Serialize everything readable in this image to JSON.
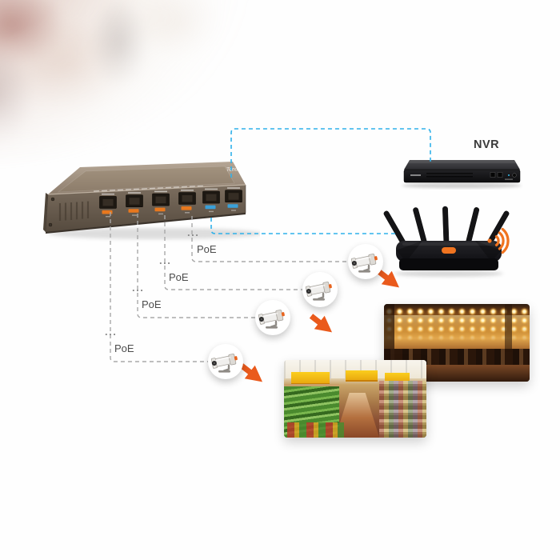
{
  "labels": {
    "nvr": "NVR",
    "poe": [
      "PoE",
      "PoE",
      "PoE",
      "PoE"
    ],
    "dots": [
      "...",
      "...",
      "...",
      "..."
    ]
  },
  "devices": {
    "switch": {
      "type": "poe-switch",
      "brand": "Tenda",
      "poe_ports": 4,
      "uplink_ports": 2
    },
    "nvr": {
      "type": "network-video-recorder"
    },
    "router": {
      "type": "wifi-router",
      "antennas": 5,
      "wifi_active": true
    },
    "cameras": {
      "count": 4,
      "type": "bullet-ip-camera"
    }
  },
  "scenes": [
    {
      "name": "supermarket"
    },
    {
      "name": "restaurant"
    }
  ],
  "connections": [
    {
      "from": "switch",
      "to": "nvr",
      "style": "dashed",
      "color_key": "line_blue"
    },
    {
      "from": "switch",
      "to": "router",
      "style": "dashed",
      "color_key": "line_blue"
    },
    {
      "from": "switch-poe-port-4",
      "to": "camera-1",
      "style": "dashed",
      "color_key": "line_gray",
      "label": "PoE"
    },
    {
      "from": "switch-poe-port-3",
      "to": "camera-2",
      "style": "dashed",
      "color_key": "line_gray",
      "label": "PoE"
    },
    {
      "from": "switch-poe-port-2",
      "to": "camera-3",
      "style": "dashed",
      "color_key": "line_gray",
      "label": "PoE"
    },
    {
      "from": "switch-poe-port-1",
      "to": "camera-4",
      "style": "dashed",
      "color_key": "line_gray",
      "label": "PoE"
    }
  ],
  "colors": {
    "line_blue": "#2fb1ea",
    "line_gray": "#a8a8a8",
    "arrow_orange": "#ea5a1c",
    "poe_text": "#4c4c4c",
    "dots_text": "#8a8a8a",
    "nvr_text": "#3a3a3a",
    "port_orange": "#e8781e",
    "port_blue": "#3aa0d8",
    "wifi_orange": "#f07420"
  }
}
